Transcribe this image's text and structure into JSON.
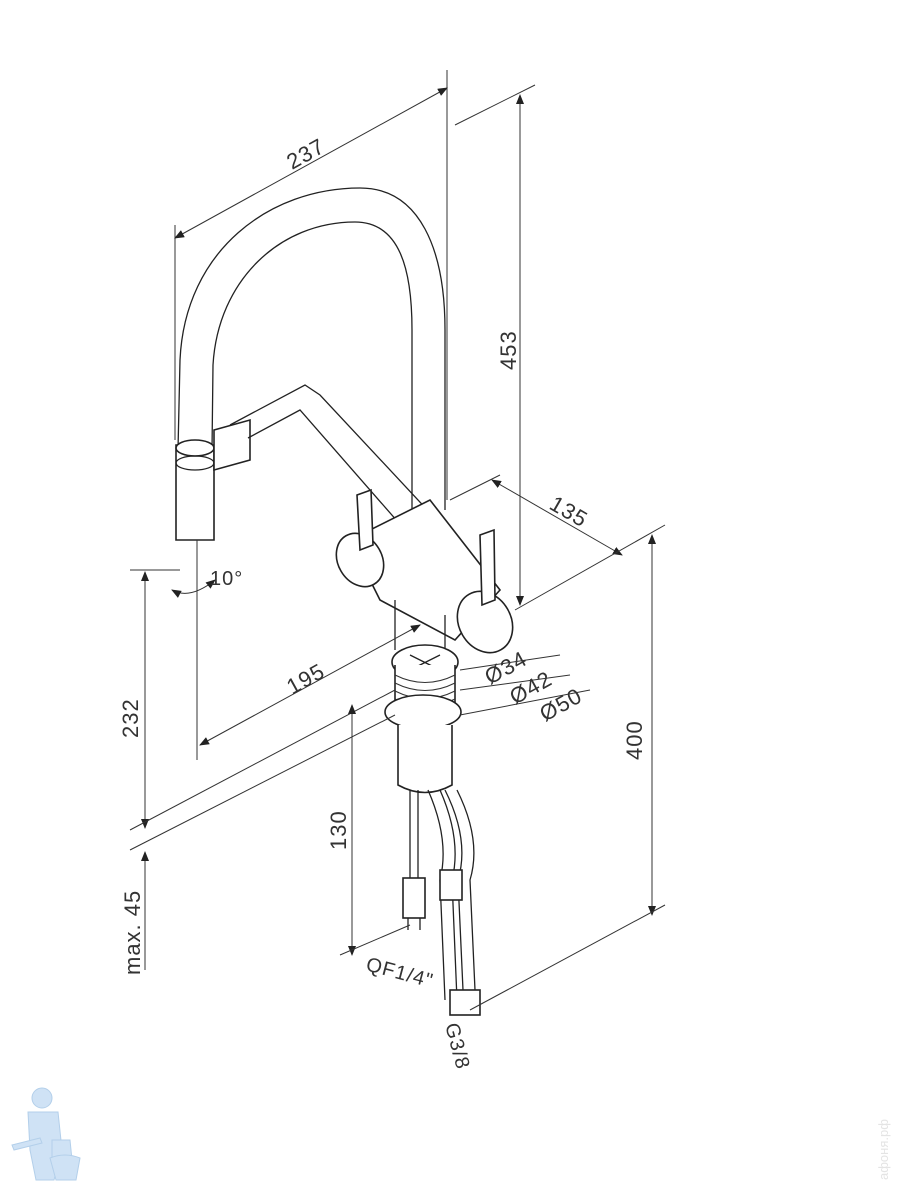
{
  "title": "Faucet dimension drawing",
  "dimensions": {
    "spout_reach": "237",
    "total_height": "453",
    "body_depth": "135",
    "spout_to_axis": "195",
    "spout_height": "232",
    "base_height": "400",
    "hose_length": "130",
    "max_countertop": "max. 45",
    "d34": "Ø34",
    "d42": "Ø42",
    "d50": "Ø50",
    "rotation_angle": "10°"
  },
  "connections": {
    "filter_connection": "QF1/4\"",
    "water_connection": "G3/8"
  },
  "watermark": "афоня.рф",
  "colors": {
    "line": "#222222",
    "logo": "#bcd6ee"
  }
}
